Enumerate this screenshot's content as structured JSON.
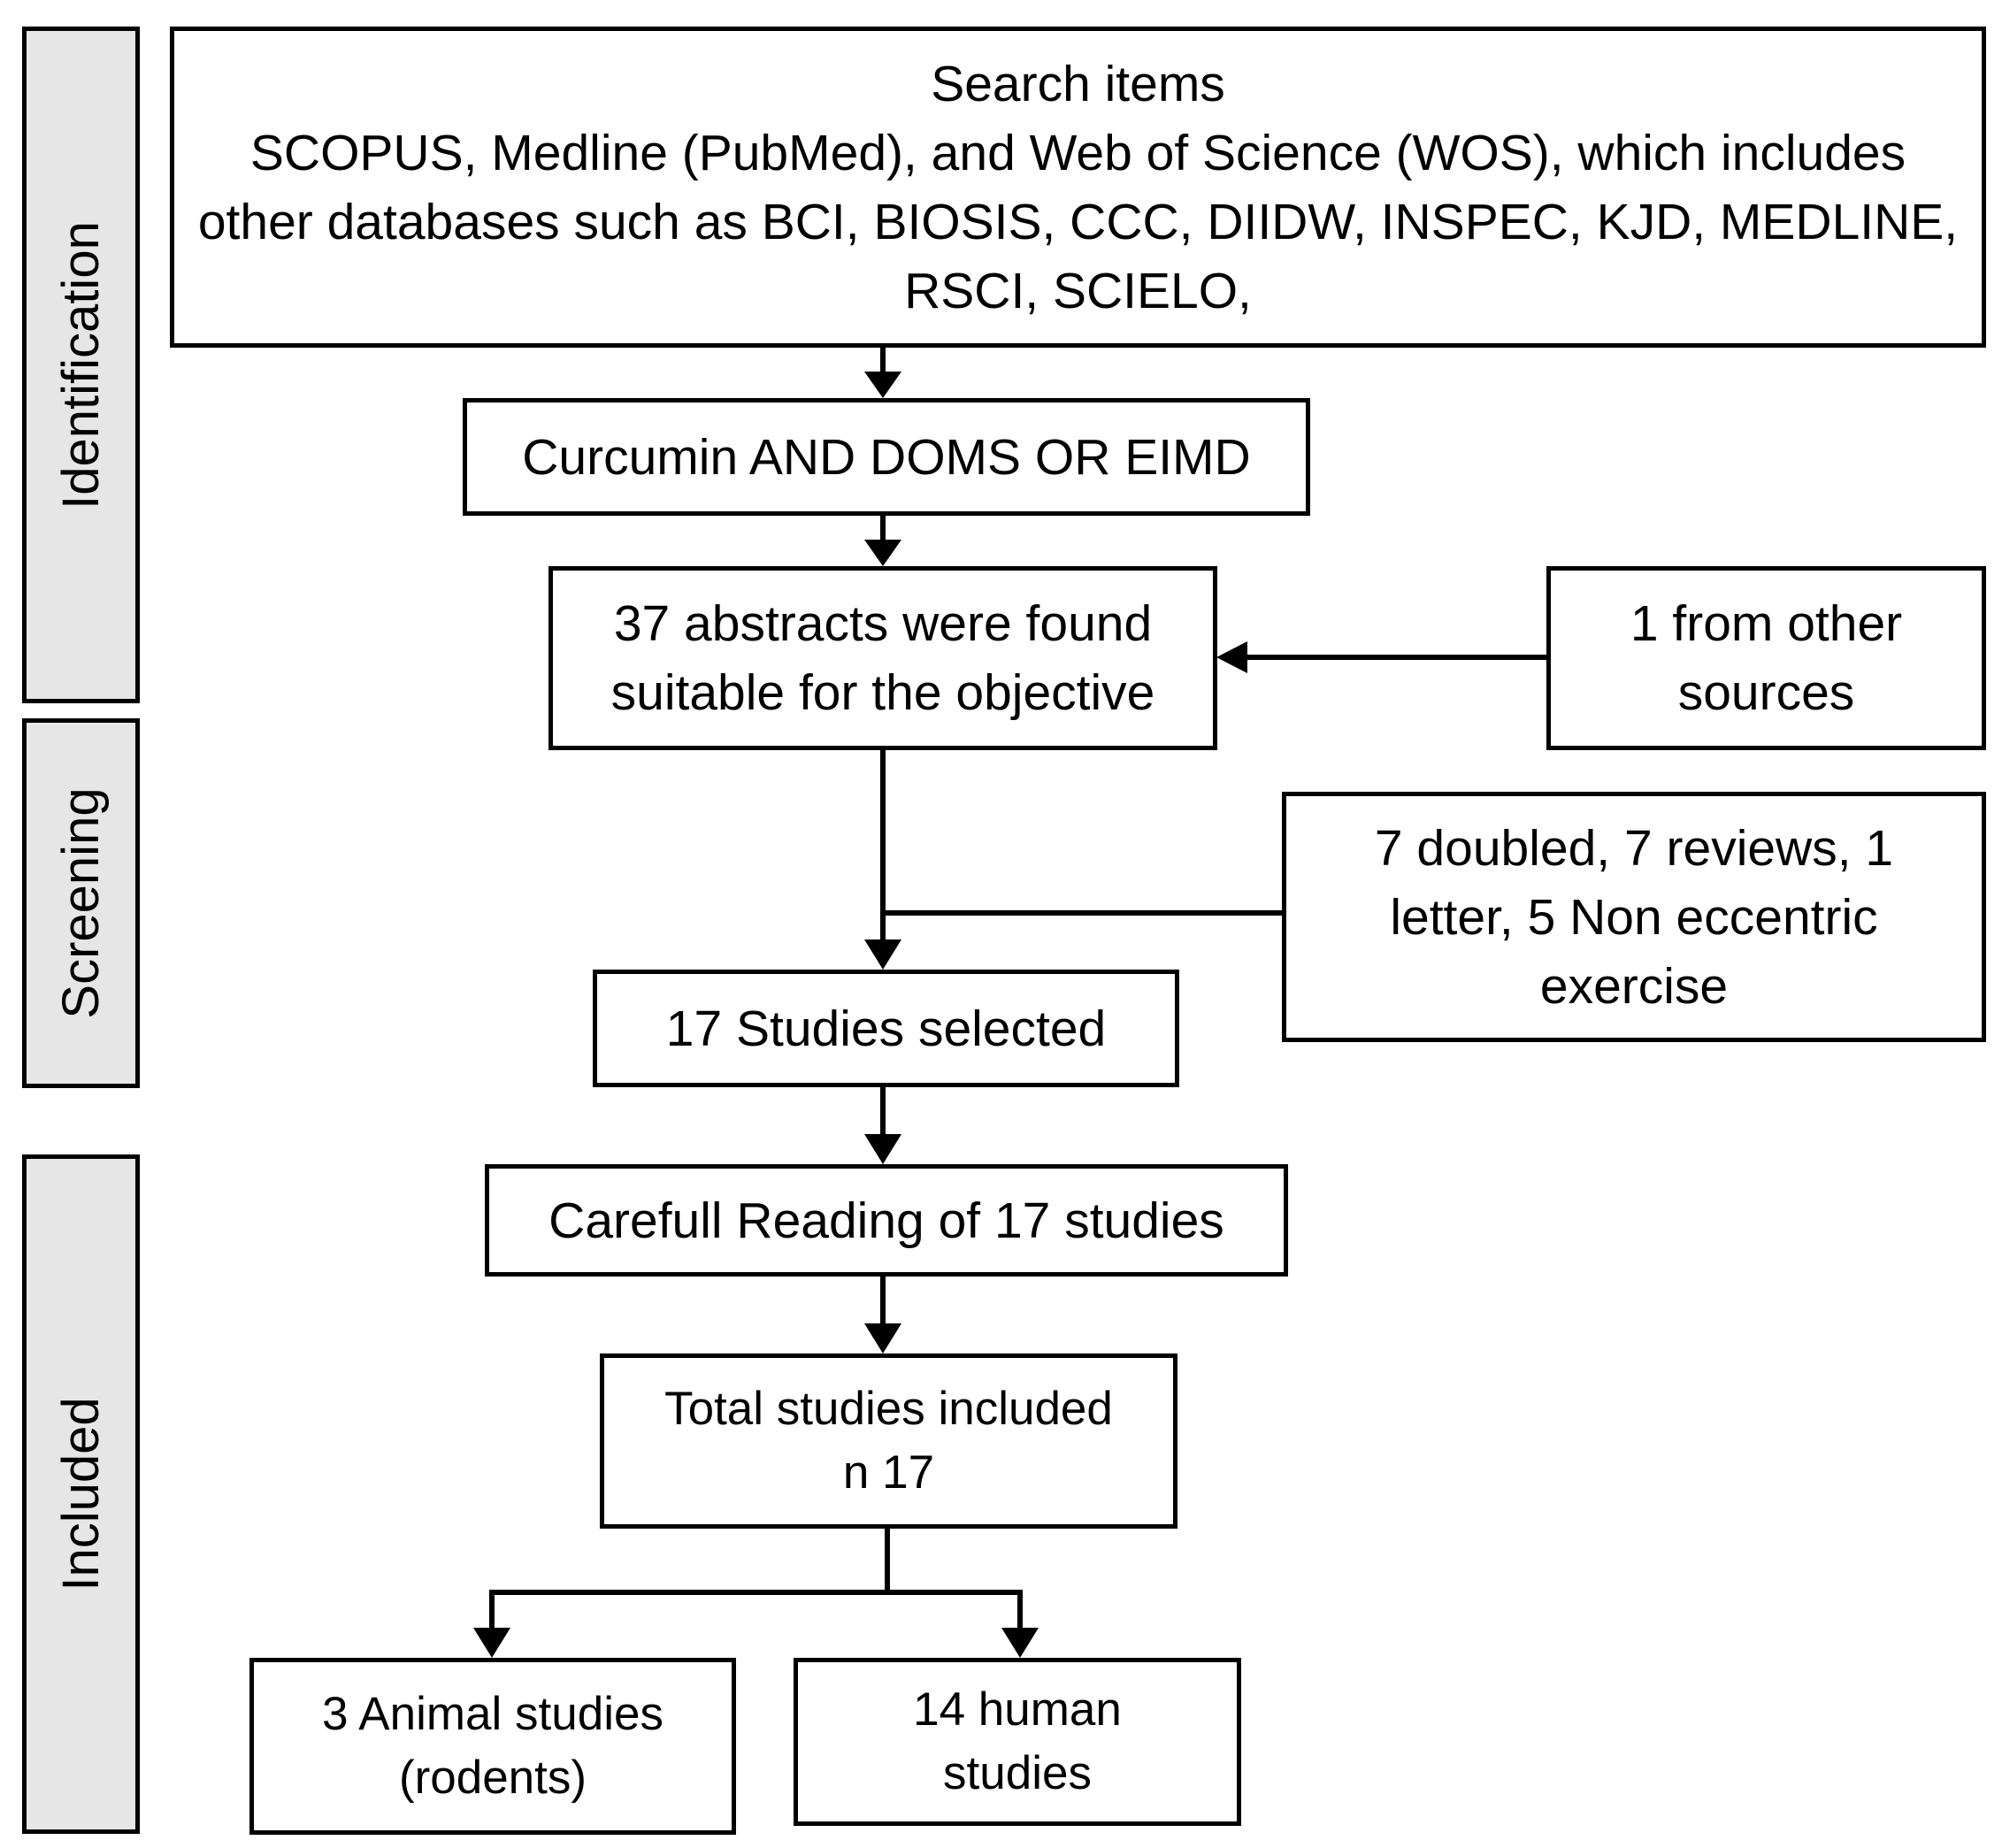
{
  "stages": {
    "identification": "Identification",
    "screening": "Screening",
    "included": "Included"
  },
  "boxes": {
    "search": {
      "lines": [
        "Search items",
        "SCOPUS, Medline (PubMed), and Web of Science (WOS), which includes",
        "other databases such as BCI, BIOSIS, CCC, DIIDW, INSPEC, KJD, MEDLINE,",
        "RSCI, SCIELO,"
      ]
    },
    "query": {
      "lines": [
        "Curcumin AND DOMS OR EIMD"
      ]
    },
    "abstracts": {
      "lines": [
        "37  abstracts were found",
        "suitable for the objective"
      ]
    },
    "other_sources": {
      "lines": [
        "1 from other",
        "sources"
      ]
    },
    "excluded": {
      "lines": [
        "7 doubled, 7 reviews, 1",
        "letter, 5 Non eccentric",
        "exercise"
      ]
    },
    "selected": {
      "lines": [
        "17 Studies selected"
      ]
    },
    "reading": {
      "lines": [
        "Carefull Reading of 17 studies"
      ]
    },
    "total": {
      "lines": [
        "Total studies included",
        "n 17"
      ]
    },
    "animal": {
      "lines": [
        "3 Animal studies",
        "(rodents)"
      ]
    },
    "human": {
      "lines": [
        "14 human",
        "studies"
      ]
    }
  }
}
